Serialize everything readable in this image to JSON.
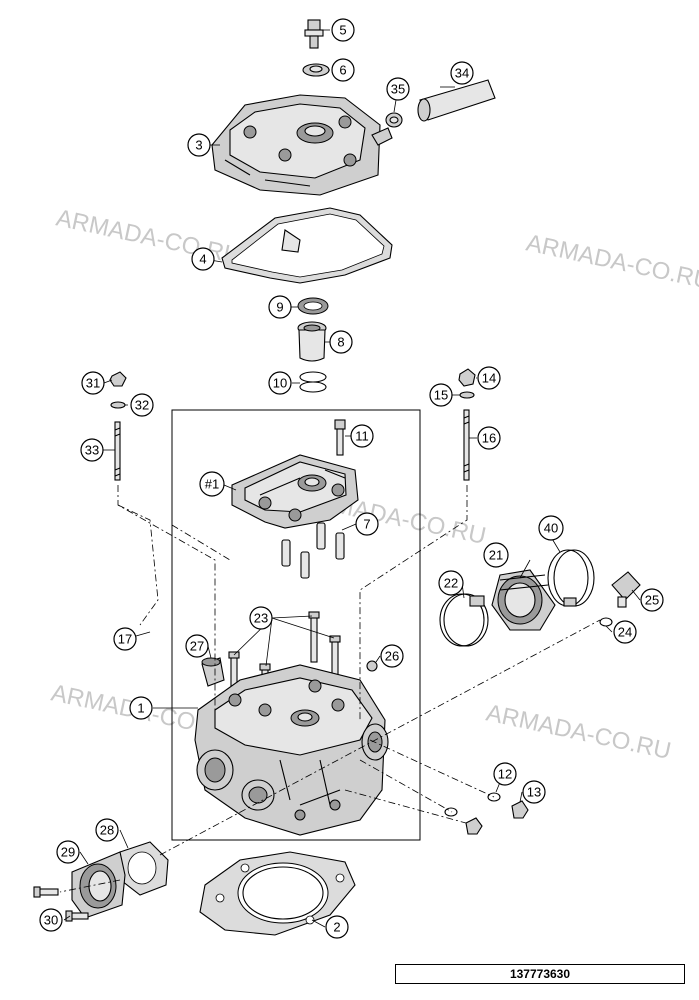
{
  "watermark": "ARMADA-CO.RU",
  "document_number": "137773630",
  "callouts": {
    "c1": "1",
    "c2": "2",
    "c3": "3",
    "c4": "4",
    "c5": "5",
    "c6": "6",
    "c7": "7",
    "c8": "8",
    "c9": "9",
    "c10": "10",
    "c11": "11",
    "c12": "12",
    "c13": "13",
    "c14": "14",
    "c15": "15",
    "c16": "16",
    "c17": "17",
    "c21": "21",
    "c22": "22",
    "c23": "23",
    "c24": "24",
    "c25": "25",
    "c26": "26",
    "c27": "27",
    "c28": "28",
    "c29": "29",
    "c30": "30",
    "c31": "31",
    "c32": "32",
    "c33": "33",
    "c34": "34",
    "c35": "35",
    "c40": "40",
    "c_assy1": "#1"
  }
}
